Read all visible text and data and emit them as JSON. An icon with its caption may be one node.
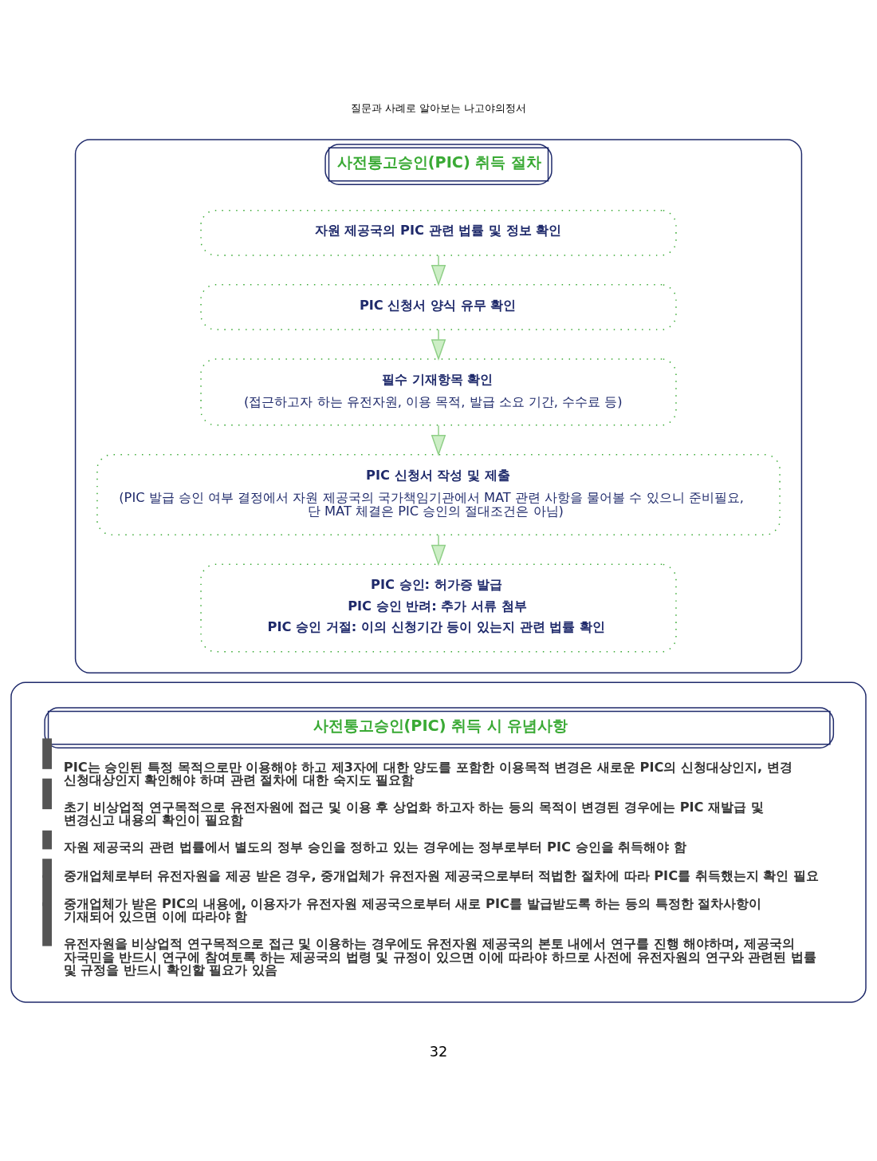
{
  "diagram": {
    "nodes": [
      {
        "text": [
          "사전통고승인(PIC) 취득 절차"
        ]
      },
      {
        "text": [
          "자원 제공국의 PIC 관련 법률 및 정보 확인"
        ],
        "in": 0
      },
      {
        "text": [
          "PIC 신청서 양식 유무 확인"
        ],
        "in": 0
      },
      {
        "text": [
          "필수 기재항목 확인",
          "(접근하고자 하는 유전자원, 이용 목적, 발급 소요 기간, 수수료 등)"
        ],
        "in": 0
      },
      {
        "text": [
          "PIC 신청서 작성 및 제출",
          "(PIC 발급 승인 여부 결정에서 자원 제공국의 국가책임기관에서 MAT 관련 사항을 물어볼 수 있으니 준비필요, 단 MAT 체결은 PIC 승인의 절대조건은 아님)"
        ],
        "in": 0
      },
      {
        "text": [
          "PIC 승인: 허가증 발급",
          "PIC 승인 반려: 추가 서류 첨부",
          "PIC 승인 거절: 이의 신청기간 등이 있는지 관련 법률 확인"
        ],
        "in": 0
      },
      {
        "text": [
          "사전통고승인(PIC) 취득 시 유념사항",
          "PIC는 승인된 특정 목적으로만 이용해야 하고 제3자에 대한 양도를 포함한 이용목적 변경은 새로운 PIC의 신청대상인지, 변경 신청대상인지 확인해야 하며 관련 절차에 대한 숙지도 필요함",
          "초기 비상업적 연구목적으로 유전자원에 접근 및 이용 후 상업화 하고자 하는 등의 목적이 변경된 경우에는 PIC 재발급 및 변경신고 내용의 확인이 필요함",
          "자원 제공국의 관련 법률에서 별도의 정부 승인을 정하고 있는 경우에는 정부로부터 PIC 승인을 취득해야 함",
          "중개업체로부터 유전자원을 제공 받은 경우, 중개업체가 유전자원 제공국으로부터 적법한 절차에 따라 PIC를 취득했는지 확인 필요",
          "중개업체가 받은 PIC의 내용에, 이용자가 유전자원 제공국으로부터 새로 PIC를 발급받도록 하는 등의 특정한 절차사항이 기재되어 있으면 이에 따라야 함",
          "유전자원을 비상업적 연구목적으로 접근 및 이용하는 경우에도 유전자원 제공국의 본토 내에서 연구를 진행 해야하며, 제공국의 자국민을 반드시 연구에 참여토록 하는 제공국의 법령 및 규정이 있으면 이에 따라야 하므로 사전에 유전자원의 연구와 관련된 법률 및 규정을 반드시 확인할 필요가 있음"
        ]
      }
    ],
    "edges": [
      {
        "from": 1,
        "to": 2,
        "arrow": "to"
      },
      {
        "from": 2,
        "to": 3,
        "arrow": "to"
      },
      {
        "from": 3,
        "to": 4,
        "arrow": "to"
      },
      {
        "from": 4,
        "to": 5,
        "arrow": "to"
      }
    ],
    "labels": [
      "질문과 사례로 알아보는 나고야의정서",
      "32"
    ]
  }
}
